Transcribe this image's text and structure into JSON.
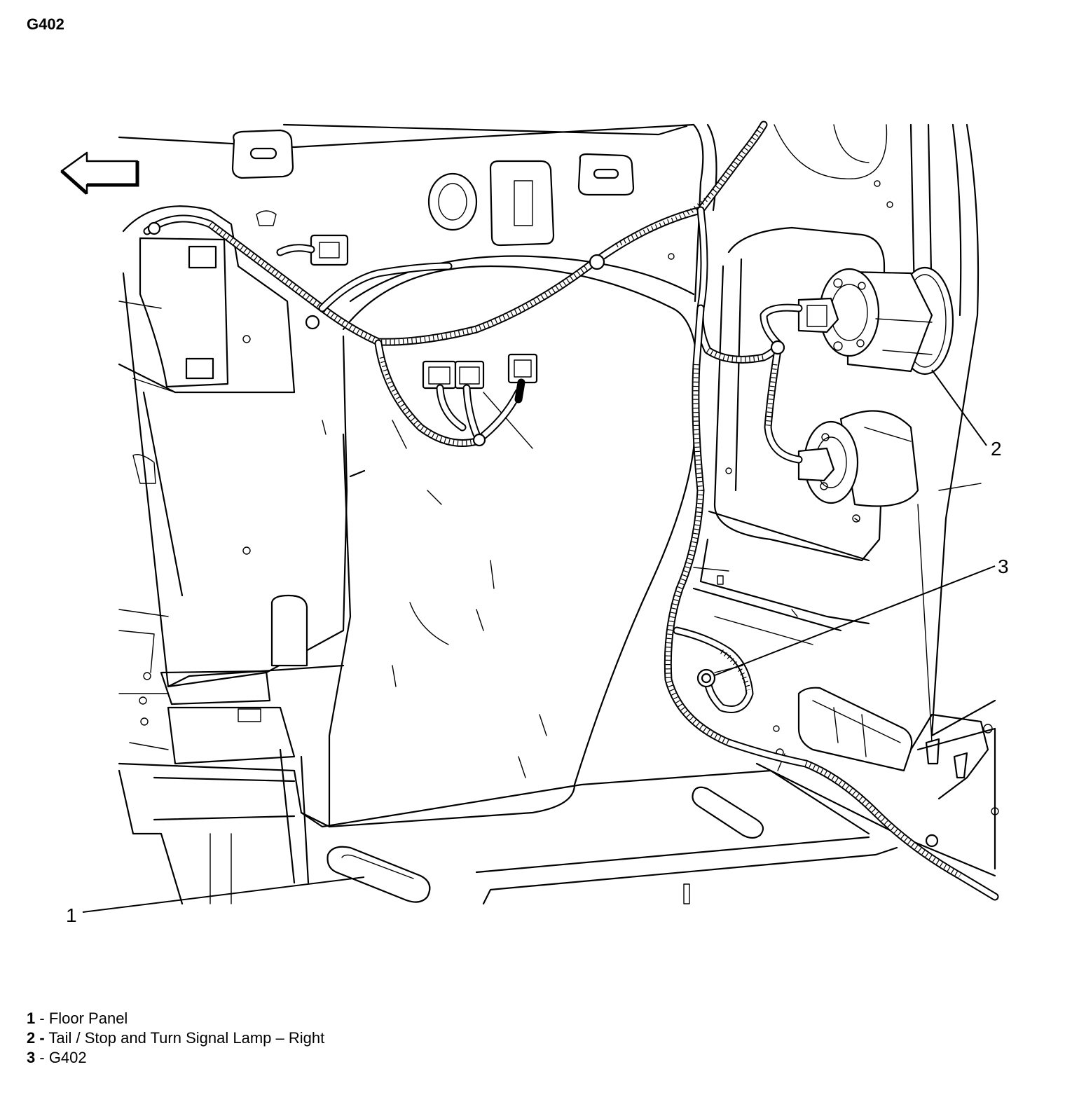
{
  "title": "G402",
  "callouts": [
    {
      "number": "1"
    },
    {
      "number": "2"
    },
    {
      "number": "3"
    }
  ],
  "legend": [
    {
      "number": "1",
      "separator": " - ",
      "text": "Floor Panel"
    },
    {
      "number": "2 -",
      "separator": " ",
      "text": "Tail / Stop and Turn Signal Lamp – Right"
    },
    {
      "number": "3",
      "separator": " - ",
      "text": "G402"
    }
  ],
  "icons": {
    "direction": "arrow-left-icon"
  }
}
